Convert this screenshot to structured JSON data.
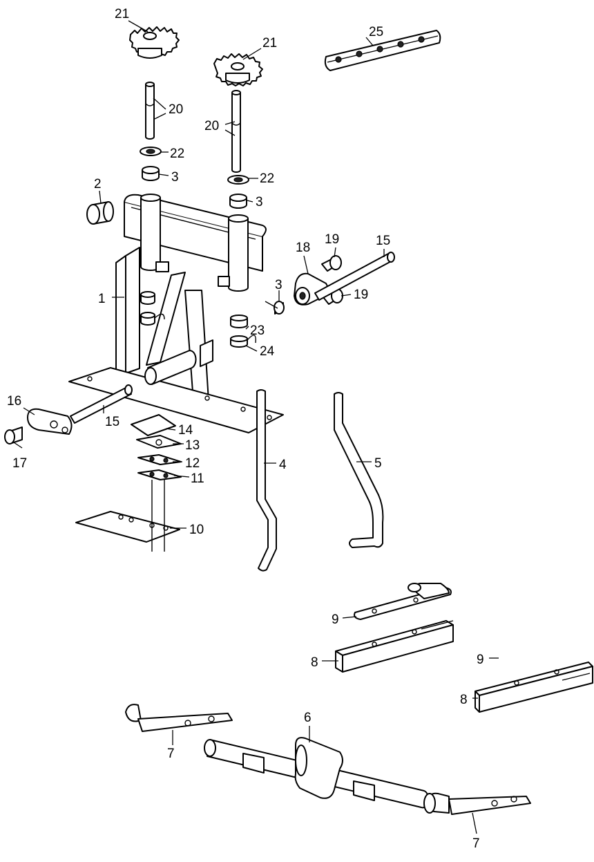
{
  "callouts": [
    {
      "id": "c21a",
      "text": "21"
    },
    {
      "id": "c21b",
      "text": "21"
    },
    {
      "id": "c25",
      "text": "25"
    },
    {
      "id": "c20a",
      "text": "20"
    },
    {
      "id": "c20b",
      "text": "20"
    },
    {
      "id": "c22a",
      "text": "22"
    },
    {
      "id": "c22b",
      "text": "22"
    },
    {
      "id": "c3a",
      "text": "3"
    },
    {
      "id": "c3b",
      "text": "3"
    },
    {
      "id": "c3c",
      "text": "3"
    },
    {
      "id": "c2",
      "text": "2"
    },
    {
      "id": "c1",
      "text": "1"
    },
    {
      "id": "c18",
      "text": "18"
    },
    {
      "id": "c19a",
      "text": "19"
    },
    {
      "id": "c19b",
      "text": "19"
    },
    {
      "id": "c15a",
      "text": "15"
    },
    {
      "id": "c15b",
      "text": "15"
    },
    {
      "id": "c23",
      "text": "23"
    },
    {
      "id": "c24",
      "text": "24"
    },
    {
      "id": "c16",
      "text": "16"
    },
    {
      "id": "c17",
      "text": "17"
    },
    {
      "id": "c14",
      "text": "14"
    },
    {
      "id": "c13",
      "text": "13"
    },
    {
      "id": "c12",
      "text": "12"
    },
    {
      "id": "c11",
      "text": "11"
    },
    {
      "id": "c10",
      "text": "10"
    },
    {
      "id": "c4",
      "text": "4"
    },
    {
      "id": "c5",
      "text": "5"
    },
    {
      "id": "c9a",
      "text": "9"
    },
    {
      "id": "c9b",
      "text": "9"
    },
    {
      "id": "c8a",
      "text": "8"
    },
    {
      "id": "c8b",
      "text": "8"
    },
    {
      "id": "c6",
      "text": "6"
    },
    {
      "id": "c7a",
      "text": "7"
    },
    {
      "id": "c7b",
      "text": "7"
    }
  ]
}
